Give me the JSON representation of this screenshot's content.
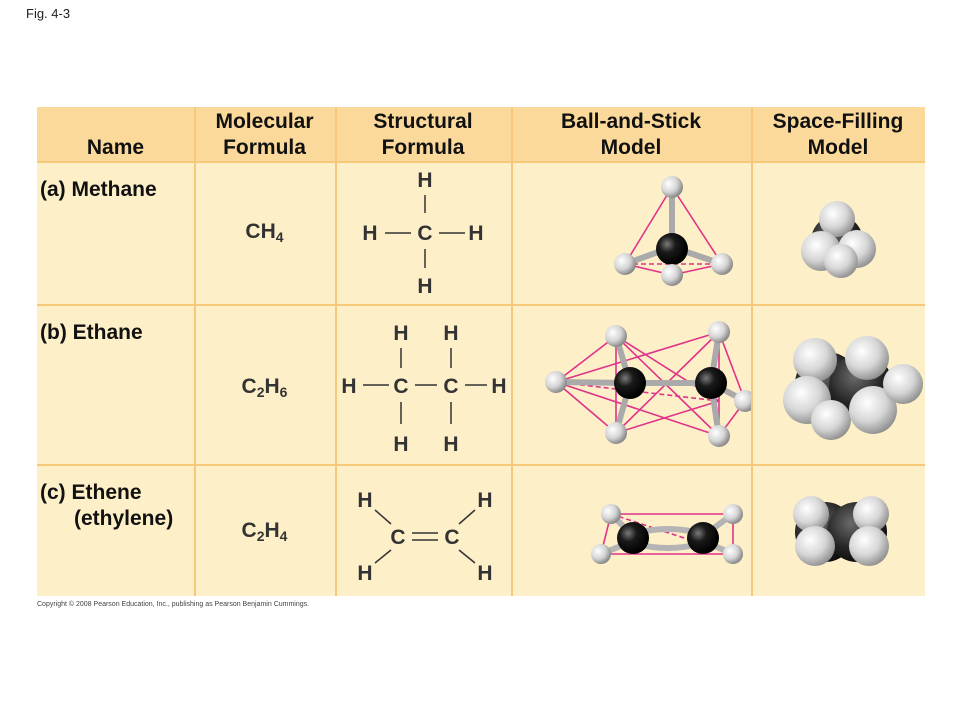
{
  "figure_label": "Fig. 4-3",
  "headers": {
    "name": [
      "Name"
    ],
    "molecular_formula": [
      "Molecular",
      "Formula"
    ],
    "structural_formula": [
      "Structural",
      "Formula"
    ],
    "ball_and_stick": [
      "Ball-and-Stick",
      "Model"
    ],
    "space_filling": [
      "Space-Filling",
      "Model"
    ]
  },
  "rows": [
    {
      "name_line1": "(a) Methane",
      "name_line2": "",
      "formula_base": [
        "C",
        "H"
      ],
      "formula_subs": [
        "",
        "4"
      ]
    },
    {
      "name_line1": "(b) Ethane",
      "name_line2": "",
      "formula_base": [
        "C",
        "H"
      ],
      "formula_subs": [
        "2",
        "6"
      ]
    },
    {
      "name_line1": "(c) Ethene",
      "name_line2": "(ethylene)",
      "formula_base": [
        "C",
        "H"
      ],
      "formula_subs": [
        "2",
        "4"
      ]
    }
  ],
  "atom_labels": {
    "carbon": "C",
    "hydrogen": "H"
  },
  "copyright": "Copyright © 2008 Pearson Education, Inc., publishing as Pearson Benjamin Cummings.",
  "colors": {
    "header_band": "#fbd99b",
    "cell_background": "#fdefc7",
    "grid_line": "#f6c97a",
    "bond_outline": "#e0338a",
    "carbon": "#111111",
    "hydrogen": "#d8d8d8"
  }
}
